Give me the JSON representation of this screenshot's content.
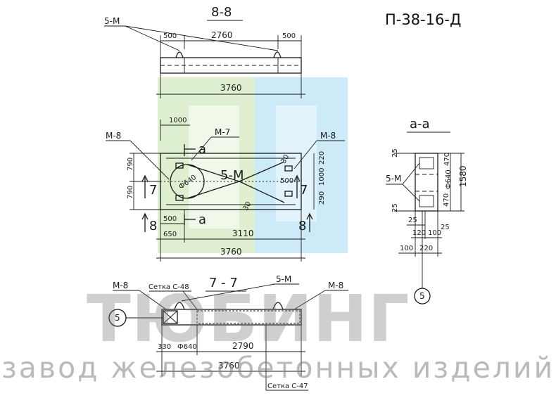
{
  "drawing": {
    "code": "П-38-16-Д",
    "sections": {
      "b_b": "8-8",
      "a_a": "а-а",
      "s_7": "7 - 7"
    },
    "marks": {
      "m5": "5-М",
      "m5_plan": "5-М",
      "m5_bottom": "5-М",
      "m7": "М-7",
      "m8_left": "М-8",
      "m8_right": "М-8",
      "m8_bl": "М-8",
      "m8_br": "М-8",
      "mesh48": "Сетка С-48",
      "mesh47": "Сетка С-47",
      "callout_5": "5",
      "callout_5_aa": "5",
      "sec_a_top": "а",
      "sec_a_bot": "а",
      "sec_7_l": "7",
      "sec_7_r": "7",
      "sec_8_l": "8",
      "sec_8_r": "8",
      "diameter": "Ф640",
      "diameter_bottom": "Ф640",
      "diameter_aa": "Ф640"
    },
    "dims": {
      "d500_l": "500",
      "d2760": "2760",
      "d500_r": "500",
      "d3760_top": "3760",
      "d1000": "1000",
      "d790_top": "790",
      "d790_bot": "790",
      "d500_plan": "500",
      "d650": "650",
      "d3110": "3110",
      "d3760_plan": "3760",
      "d220": "220",
      "d1000_r": "1000",
      "d290": "290",
      "d500_pr": "500",
      "d330": "330",
      "d2790": "2790",
      "d3760_bot": "3760",
      "aa_25_t": "25",
      "aa_470_t": "470",
      "aa_1580": "1580",
      "aa_470_b": "470",
      "aa_25_b": "25",
      "aa_25_m": "25",
      "aa_120": "120",
      "aa_100": "100",
      "aa_25_r": "25",
      "aa_100_b": "100",
      "aa_220": "220",
      "angle_30_t": "30",
      "angle_30_b": "30"
    }
  },
  "watermark": {
    "brand": "ТЮБИНГ",
    "subtitle": "завод железобетонных изделий",
    "colors": {
      "green": "#d6ecc4",
      "blue": "#c3e6f7",
      "gray": "#7a7a7a"
    }
  }
}
